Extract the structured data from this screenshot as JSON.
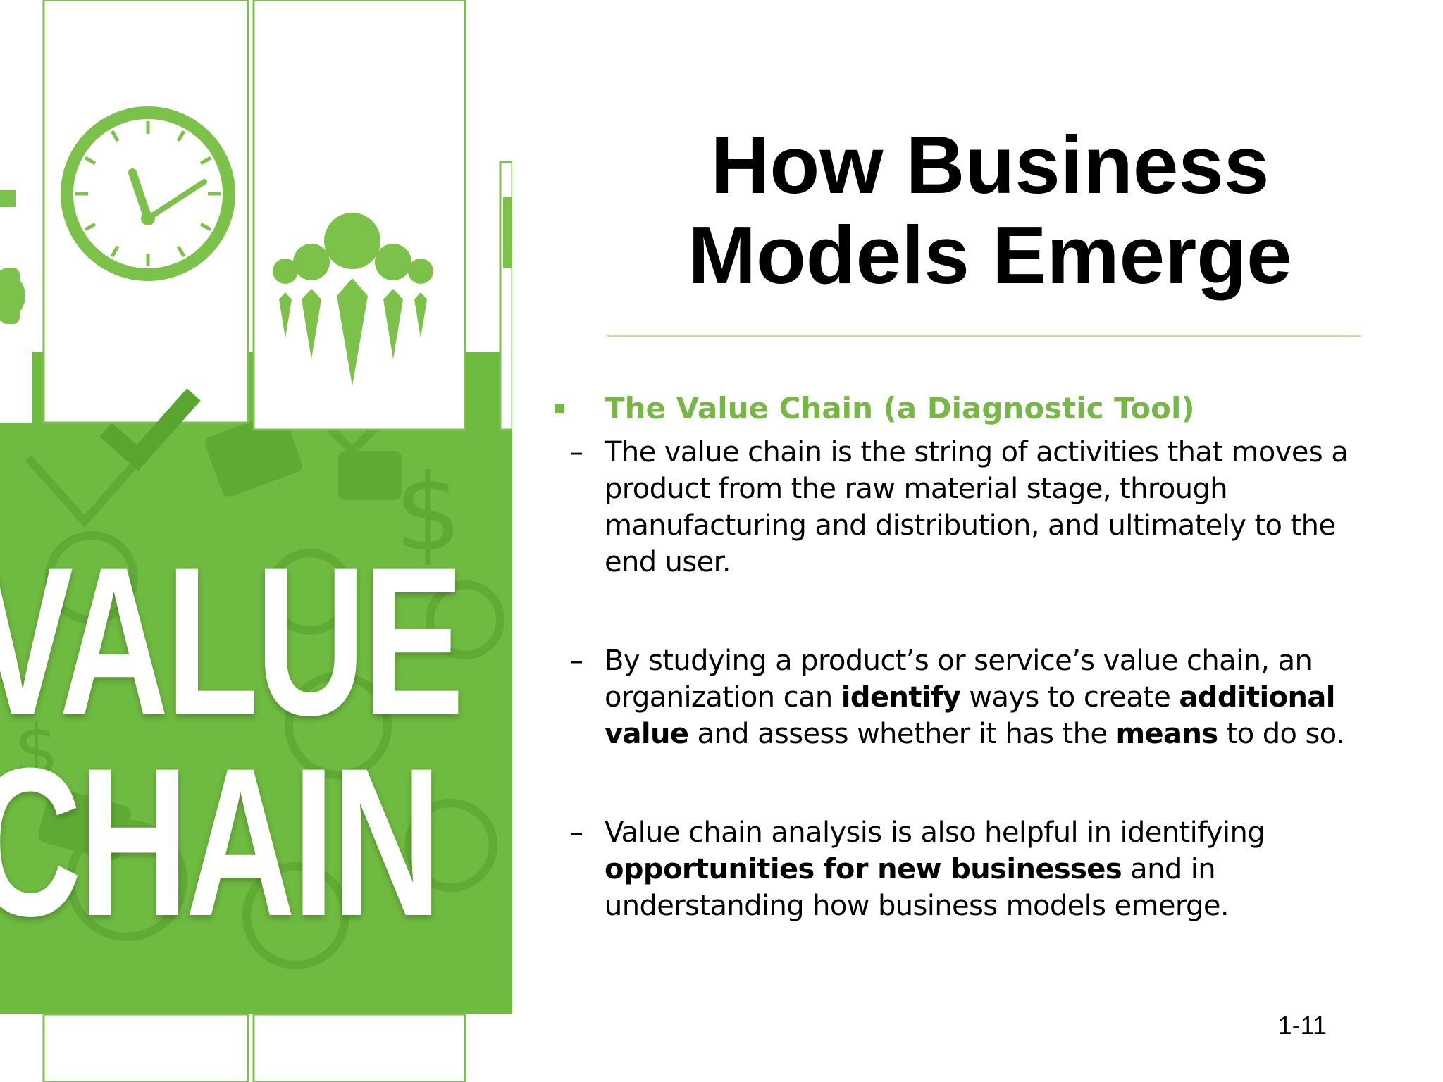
{
  "slide": {
    "title_line1": "How Business",
    "title_line2": "Models Emerge",
    "page_number": "1-11"
  },
  "illustration": {
    "word_line1": "VALUE",
    "word_line2": "CHAIN",
    "icons": [
      "clock-icon",
      "people-icon",
      "gear-icon",
      "puzzle-icon",
      "dollar-icon",
      "checkmark-icon"
    ],
    "colors": {
      "green": "#6fba40",
      "dark_green": "#5aa530",
      "light_green": "#8cc63f"
    }
  },
  "bullet": {
    "heading": "The Value Chain (a Diagnostic Tool)",
    "color": "#77b745",
    "dash": "–",
    "items": [
      {
        "segments": [
          {
            "text": "The value chain is the string of activities that moves a product from the raw material stage, through manufacturing and distribution, and ultimately to the end user.",
            "bold": false
          }
        ]
      },
      {
        "segments": [
          {
            "text": "By studying a product’s or service’s value chain, an organization can ",
            "bold": false
          },
          {
            "text": "identify",
            "bold": true
          },
          {
            "text": " ways to create ",
            "bold": false
          },
          {
            "text": "additional value",
            "bold": true
          },
          {
            "text": " and assess whether it has the ",
            "bold": false
          },
          {
            "text": "means",
            "bold": true
          },
          {
            "text": " to do so.",
            "bold": false
          }
        ]
      },
      {
        "segments": [
          {
            "text": "Value chain analysis is also helpful in identifying ",
            "bold": false
          },
          {
            "text": "opportunities for new businesses",
            "bold": true
          },
          {
            "text": " and in understanding how business models emerge.",
            "bold": false
          }
        ]
      }
    ]
  }
}
